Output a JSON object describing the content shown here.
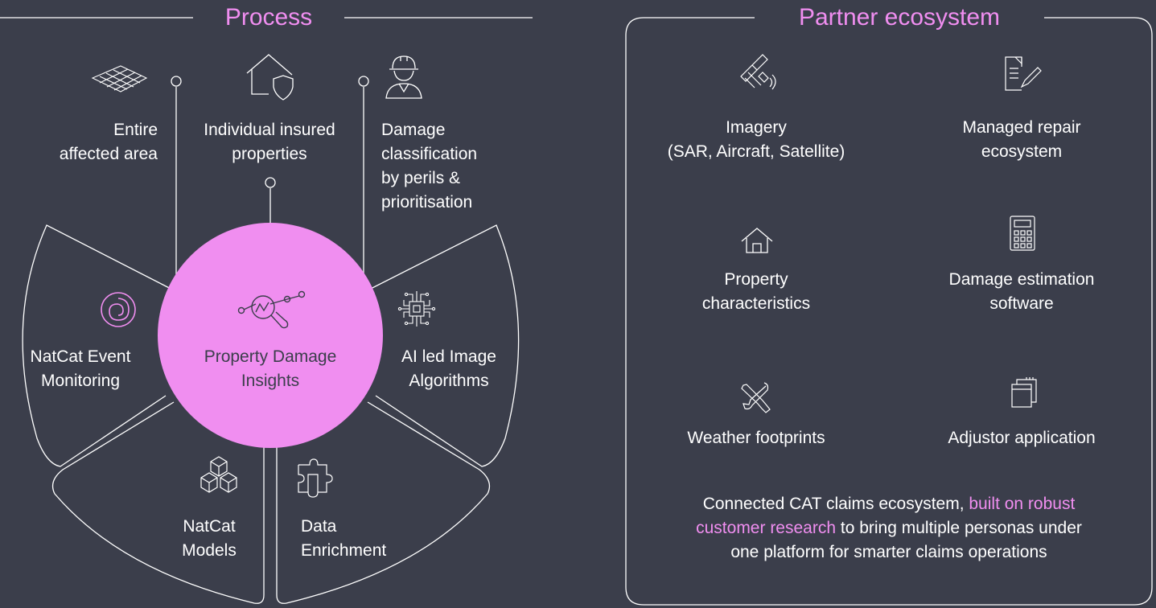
{
  "colors": {
    "background": "#3b3e4b",
    "accent": "#f08ef0",
    "line": "#ffffff"
  },
  "process": {
    "heading": "Process",
    "top_items": [
      {
        "label": "Entire\naffected area",
        "icon": "grid-surface-icon"
      },
      {
        "label": "Individual insured\nproperties",
        "icon": "house-shield-icon"
      },
      {
        "label": "Damage\nclassification\nby perils &\nprioritisation",
        "icon": "worker-hardhat-icon"
      }
    ],
    "center": {
      "label": "Property Damage\nInsights",
      "icon": "magnifier-chart-icon"
    },
    "segments": [
      {
        "label": "NatCat Event\nMonitoring",
        "icon": "spiral-icon"
      },
      {
        "label": "AI led Image\nAlgorithms",
        "icon": "chip-circuit-icon"
      },
      {
        "label": "NatCat\nModels",
        "icon": "cubes-icon"
      },
      {
        "label": "Data\nEnrichment",
        "icon": "puzzle-icon"
      }
    ]
  },
  "partner": {
    "heading": "Partner ecosystem",
    "items": [
      {
        "label": "Imagery\n(SAR, Aircraft, Satellite)",
        "icon": "satellite-icon"
      },
      {
        "label": "Managed repair\necosystem",
        "icon": "document-pen-icon"
      },
      {
        "label": "Property\ncharacteristics",
        "icon": "house-icon"
      },
      {
        "label": "Damage estimation\nsoftware",
        "icon": "calculator-icon"
      },
      {
        "label": "Weather footprints",
        "icon": "tools-icon"
      },
      {
        "label": "Adjustor application",
        "icon": "window-stack-icon"
      }
    ],
    "footer": {
      "line1_a": "Connected CAT claims ecosystem, ",
      "line1_b": "built on robust",
      "line2_a": "customer research",
      "line2_b": " to bring multiple personas under",
      "line3": "one platform for smarter claims operations"
    }
  }
}
